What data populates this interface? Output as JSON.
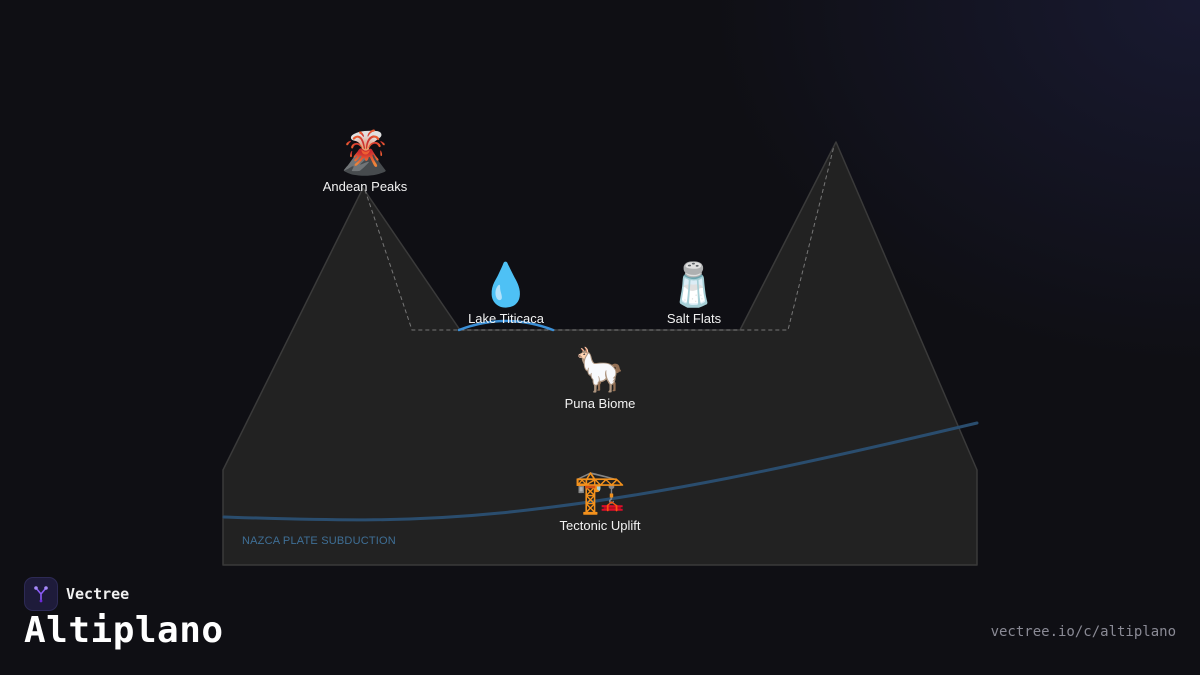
{
  "brand": {
    "name": "Vectree",
    "logo_icon": "vectree-tree-icon",
    "accent": "#8b5cf6"
  },
  "title": "Altiplano",
  "url": "vectree.io/c/altiplano",
  "diagram": {
    "colors": {
      "landmass": "#222222",
      "outline": "#3a3a3a",
      "lake": "#3b8fd6",
      "subduction": "#2a4d6e",
      "subduction_label": "#3f6f96"
    },
    "subduction_label": "NAZCA PLATE SUBDUCTION",
    "nodes": [
      {
        "id": "andean-peaks",
        "emoji": "🌋",
        "icon": "volcano-icon",
        "label": "Andean Peaks"
      },
      {
        "id": "lake-titicaca",
        "emoji": "💧",
        "icon": "water-drop-icon",
        "label": "Lake Titicaca"
      },
      {
        "id": "salt-flats",
        "emoji": "🧂",
        "icon": "salt-shaker-icon",
        "label": "Salt Flats"
      },
      {
        "id": "puna-biome",
        "emoji": "🦙",
        "icon": "llama-icon",
        "label": "Puna Biome"
      },
      {
        "id": "tectonic-uplift",
        "emoji": "🏗️",
        "icon": "crane-icon",
        "label": "Tectonic Uplift"
      }
    ]
  }
}
